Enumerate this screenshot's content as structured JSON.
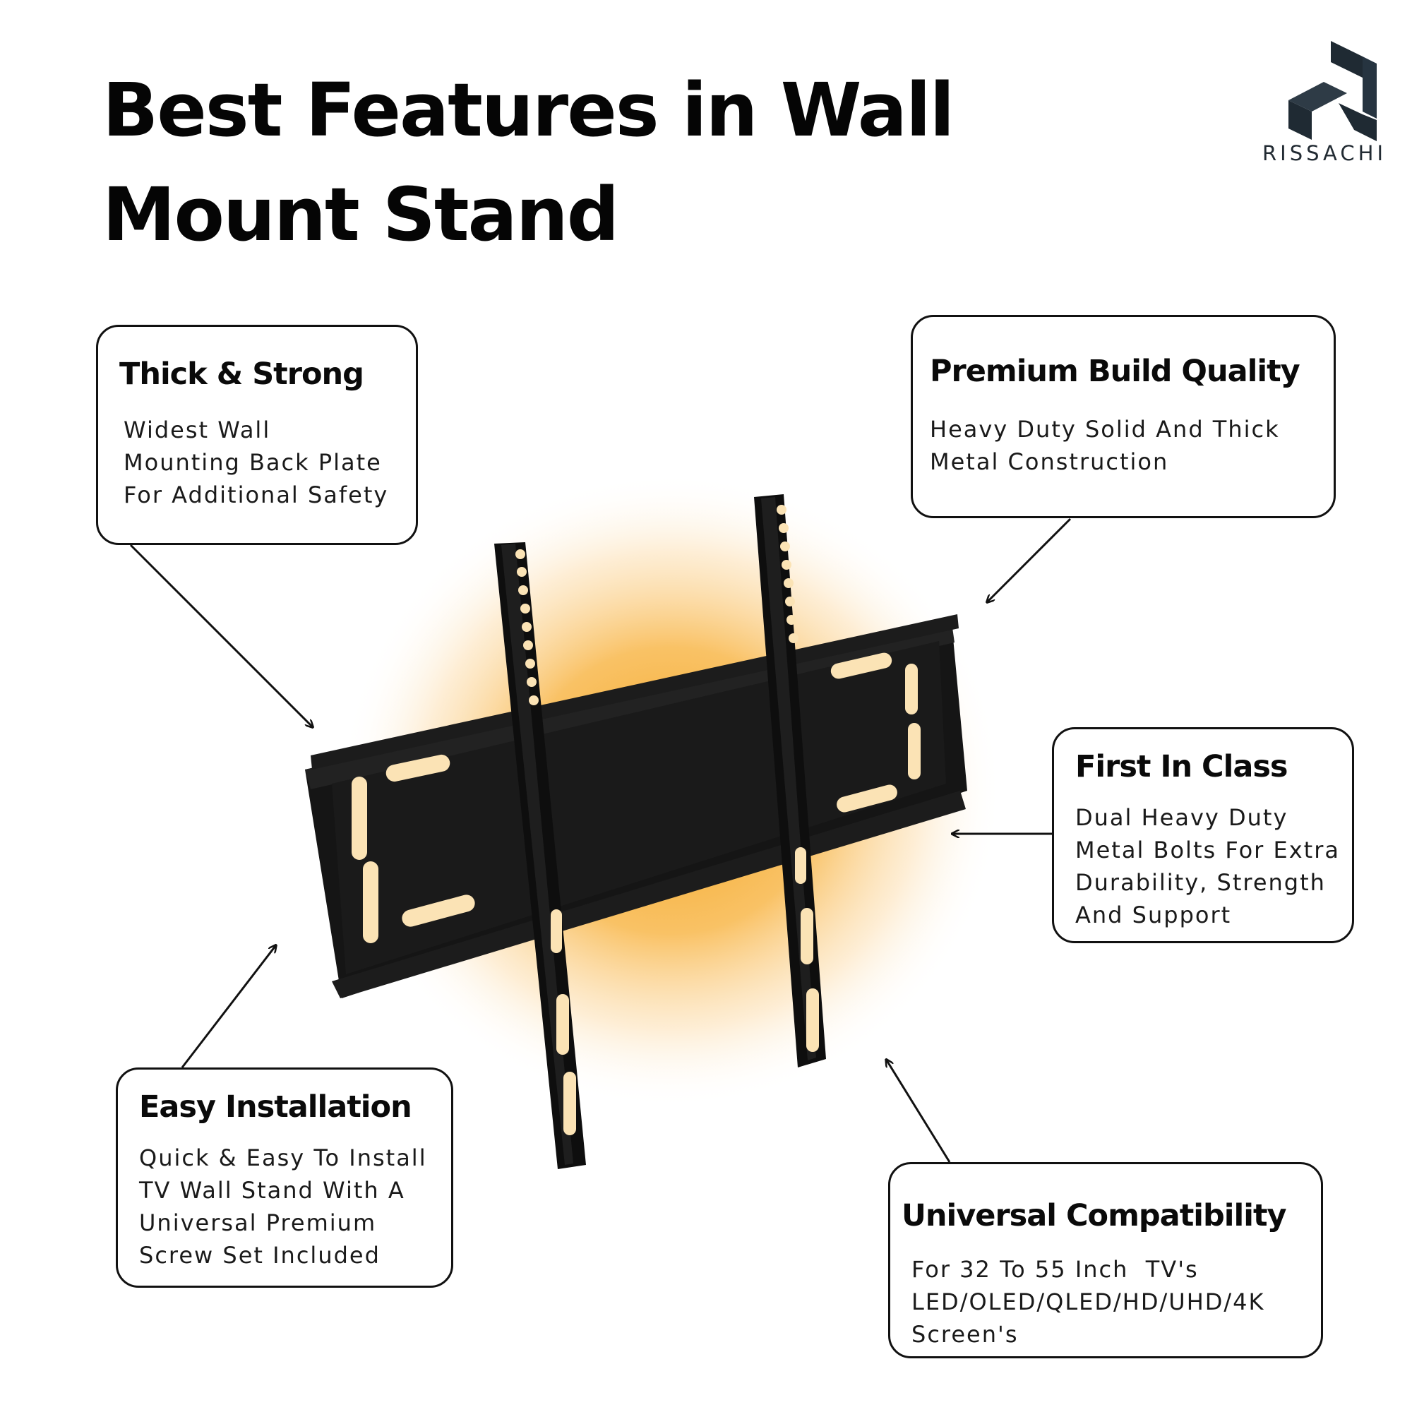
{
  "page": {
    "title_line1": "Best Features in Wall",
    "title_line2": "Mount Stand",
    "brand": "RISSACHI"
  },
  "colors": {
    "text": "#050505",
    "glow": "#f5a623",
    "bracket": "#111111",
    "logo": "#1f2a33"
  },
  "features": {
    "thick": {
      "heading": "Thick & Strong",
      "line1": "Widest Wall",
      "line2": "Mounting Back Plate",
      "line3": "For Additional Safety"
    },
    "premium": {
      "heading": "Premium Build Quality",
      "line1": "Heavy Duty Solid And Thick",
      "line2": "Metal Construction"
    },
    "first": {
      "heading": "First In Class",
      "line1": "Dual Heavy Duty",
      "line2": "Metal Bolts For Extra",
      "line3": "Durability, Strength",
      "line4": "And Support"
    },
    "easy": {
      "heading": "Easy Installation",
      "line1": "Quick & Easy To Install",
      "line2": "TV Wall Stand With A",
      "line3": "Universal Premium",
      "line4": "Screw Set Included"
    },
    "universal": {
      "heading": "Universal Compatibility",
      "line1": "For 32 To 55 Inch  TV's",
      "line2": "LED/OLED/QLED/HD/UHD/4K",
      "line3": "Screen's"
    }
  }
}
